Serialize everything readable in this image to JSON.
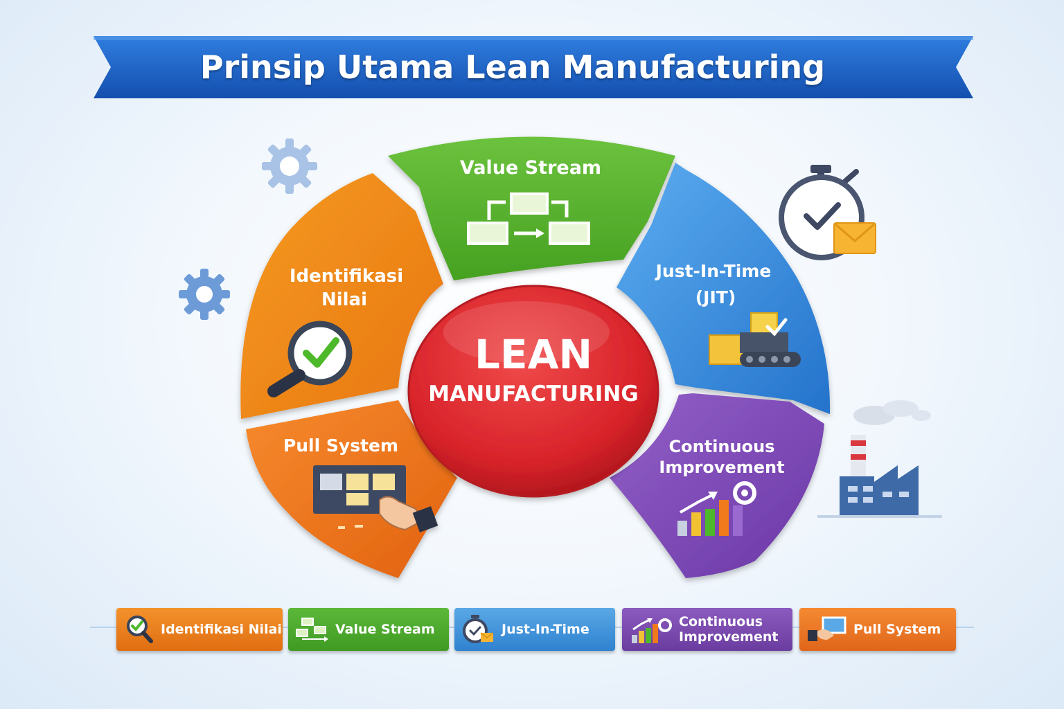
{
  "title": "Prinsip Utama Lean Manufacturing",
  "center": {
    "line1": "LEAN",
    "line2": "MANUFACTURING"
  },
  "segments": {
    "identifikasi": {
      "line1": "Identifikasi",
      "line2": "Nilai",
      "color": "#f08a1c"
    },
    "value_stream": {
      "line1": "Value Stream",
      "color": "#5cb531"
    },
    "jit": {
      "line1": "Just-In-Time",
      "line2": "(JIT)",
      "color": "#3d8fdc"
    },
    "continuous": {
      "line1": "Continuous",
      "line2": "Improvement",
      "color": "#7a48b5"
    },
    "pull": {
      "line1": "Pull System",
      "color": "#f07a1c"
    }
  },
  "legend": [
    {
      "label": "Identifikasi Nilai",
      "icon": "magnifier-check-icon"
    },
    {
      "label": "Value Stream",
      "icon": "flow-boxes-icon"
    },
    {
      "label": "Just-In-Time",
      "icon": "stopwatch-icon"
    },
    {
      "label_line1": "Continuous",
      "label_line2": "Improvement",
      "icon": "bar-chart-gear-icon"
    },
    {
      "label": "Pull System",
      "icon": "hand-board-icon"
    }
  ],
  "decor": [
    "gear-icon",
    "stopwatch-mail-icon",
    "factory-icon"
  ],
  "colors": {
    "banner": "#1a5fc0",
    "center": "#d8232a"
  }
}
